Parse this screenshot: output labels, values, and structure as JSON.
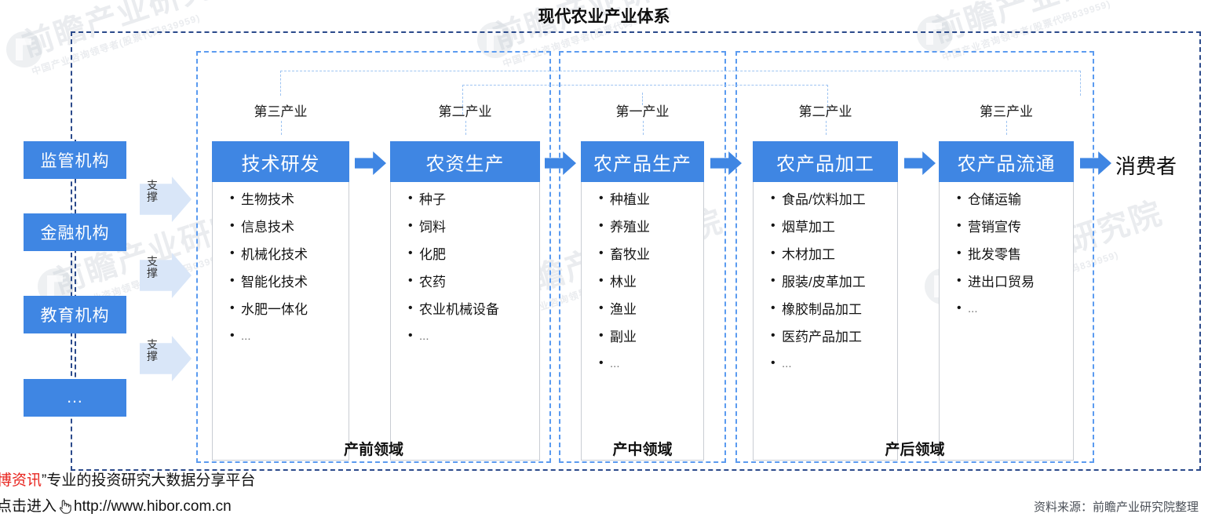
{
  "title": "现代农业产业体系",
  "colors": {
    "accent_blue": "#3f86e3",
    "outer_frame": "#2b4a8b",
    "region_frame": "#5b9bf0",
    "support_arrow": "#d9e6f8",
    "watermark": "#c8cdd4"
  },
  "institutions": {
    "items": [
      {
        "label": "监管机构"
      },
      {
        "label": "金融机构"
      },
      {
        "label": "教育机构"
      },
      {
        "label": "..."
      }
    ],
    "support_label": "支撑",
    "support_arrow_count": 3
  },
  "stages": [
    {
      "sector": "第三产业",
      "name": "技术研发",
      "items": [
        "生物技术",
        "信息技术",
        "机械化技术",
        "智能化技术",
        "水肥一体化",
        "..."
      ]
    },
    {
      "sector": "第二产业",
      "name": "农资生产",
      "items": [
        "种子",
        "饲料",
        "化肥",
        "农药",
        "农业机械设备",
        "..."
      ]
    },
    {
      "sector": "第一产业",
      "name": "农产品生产",
      "items": [
        "种植业",
        "养殖业",
        "畜牧业",
        "林业",
        "渔业",
        "副业",
        "..."
      ]
    },
    {
      "sector": "第二产业",
      "name": "农产品加工",
      "items": [
        "食品/饮料加工",
        "烟草加工",
        "木材加工",
        "服装/皮革加工",
        "橡胶制品加工",
        "医药产品加工",
        "..."
      ]
    },
    {
      "sector": "第三产业",
      "name": "农产品流通",
      "items": [
        "仓储运输",
        "营销宣传",
        "批发零售",
        "进出口贸易",
        "..."
      ]
    }
  ],
  "consumer": "消费者",
  "regions": [
    {
      "label": "产前领域"
    },
    {
      "label": "产中领域"
    },
    {
      "label": "产后领域"
    }
  ],
  "footer": {
    "hibor_brand": "博资讯",
    "hibor_quote": "”",
    "hibor_tagline": "专业的投资研究大数据分享平台",
    "hibor_enter": "点击进入",
    "hibor_url": "http://www.hibor.com.cn",
    "source": "资料来源：前瞻产业研究院整理"
  },
  "watermark": {
    "big": "前瞻产业研究院",
    "small": "中国产业咨询领导者(股票代码839959)"
  }
}
